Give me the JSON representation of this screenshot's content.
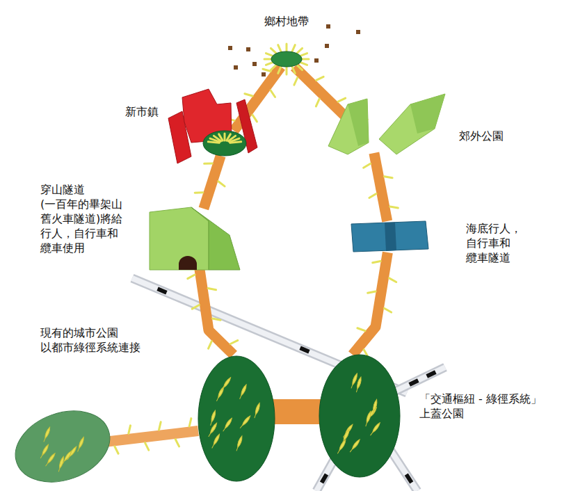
{
  "diagram": {
    "nodes": [
      {
        "text": [
          "鄉村地帶"
        ]
      },
      {
        "text": [
          "新市鎮"
        ]
      },
      {
        "text": [
          "郊外公園"
        ]
      },
      {
        "text": [
          "穿山隧道 (一百年的畢架山 舊火車隧道)將給 行人，自行車和 纜車使用"
        ]
      },
      {
        "text": [
          "海底行人， 自行車和 纜車隧道"
        ]
      },
      {
        "text": [
          "現有的城市公園 以都市綠徑系統連接"
        ]
      },
      {
        "text": [
          "「交通樞紐 - 綠徑系統」 上蓋公園"
        ]
      }
    ],
    "edges": [
      {
        "from": 0,
        "to": 1,
        "arrow": "none"
      },
      {
        "from": 0,
        "to": 2,
        "arrow": "none"
      },
      {
        "from": 1,
        "to": 3,
        "arrow": "none"
      },
      {
        "from": 2,
        "to": 4,
        "arrow": "none"
      },
      {
        "from": 3,
        "to": 6,
        "arrow": "none"
      },
      {
        "from": 4,
        "to": 6,
        "arrow": "none"
      },
      {
        "from": 5,
        "to": 6,
        "arrow": "none"
      }
    ]
  }
}
